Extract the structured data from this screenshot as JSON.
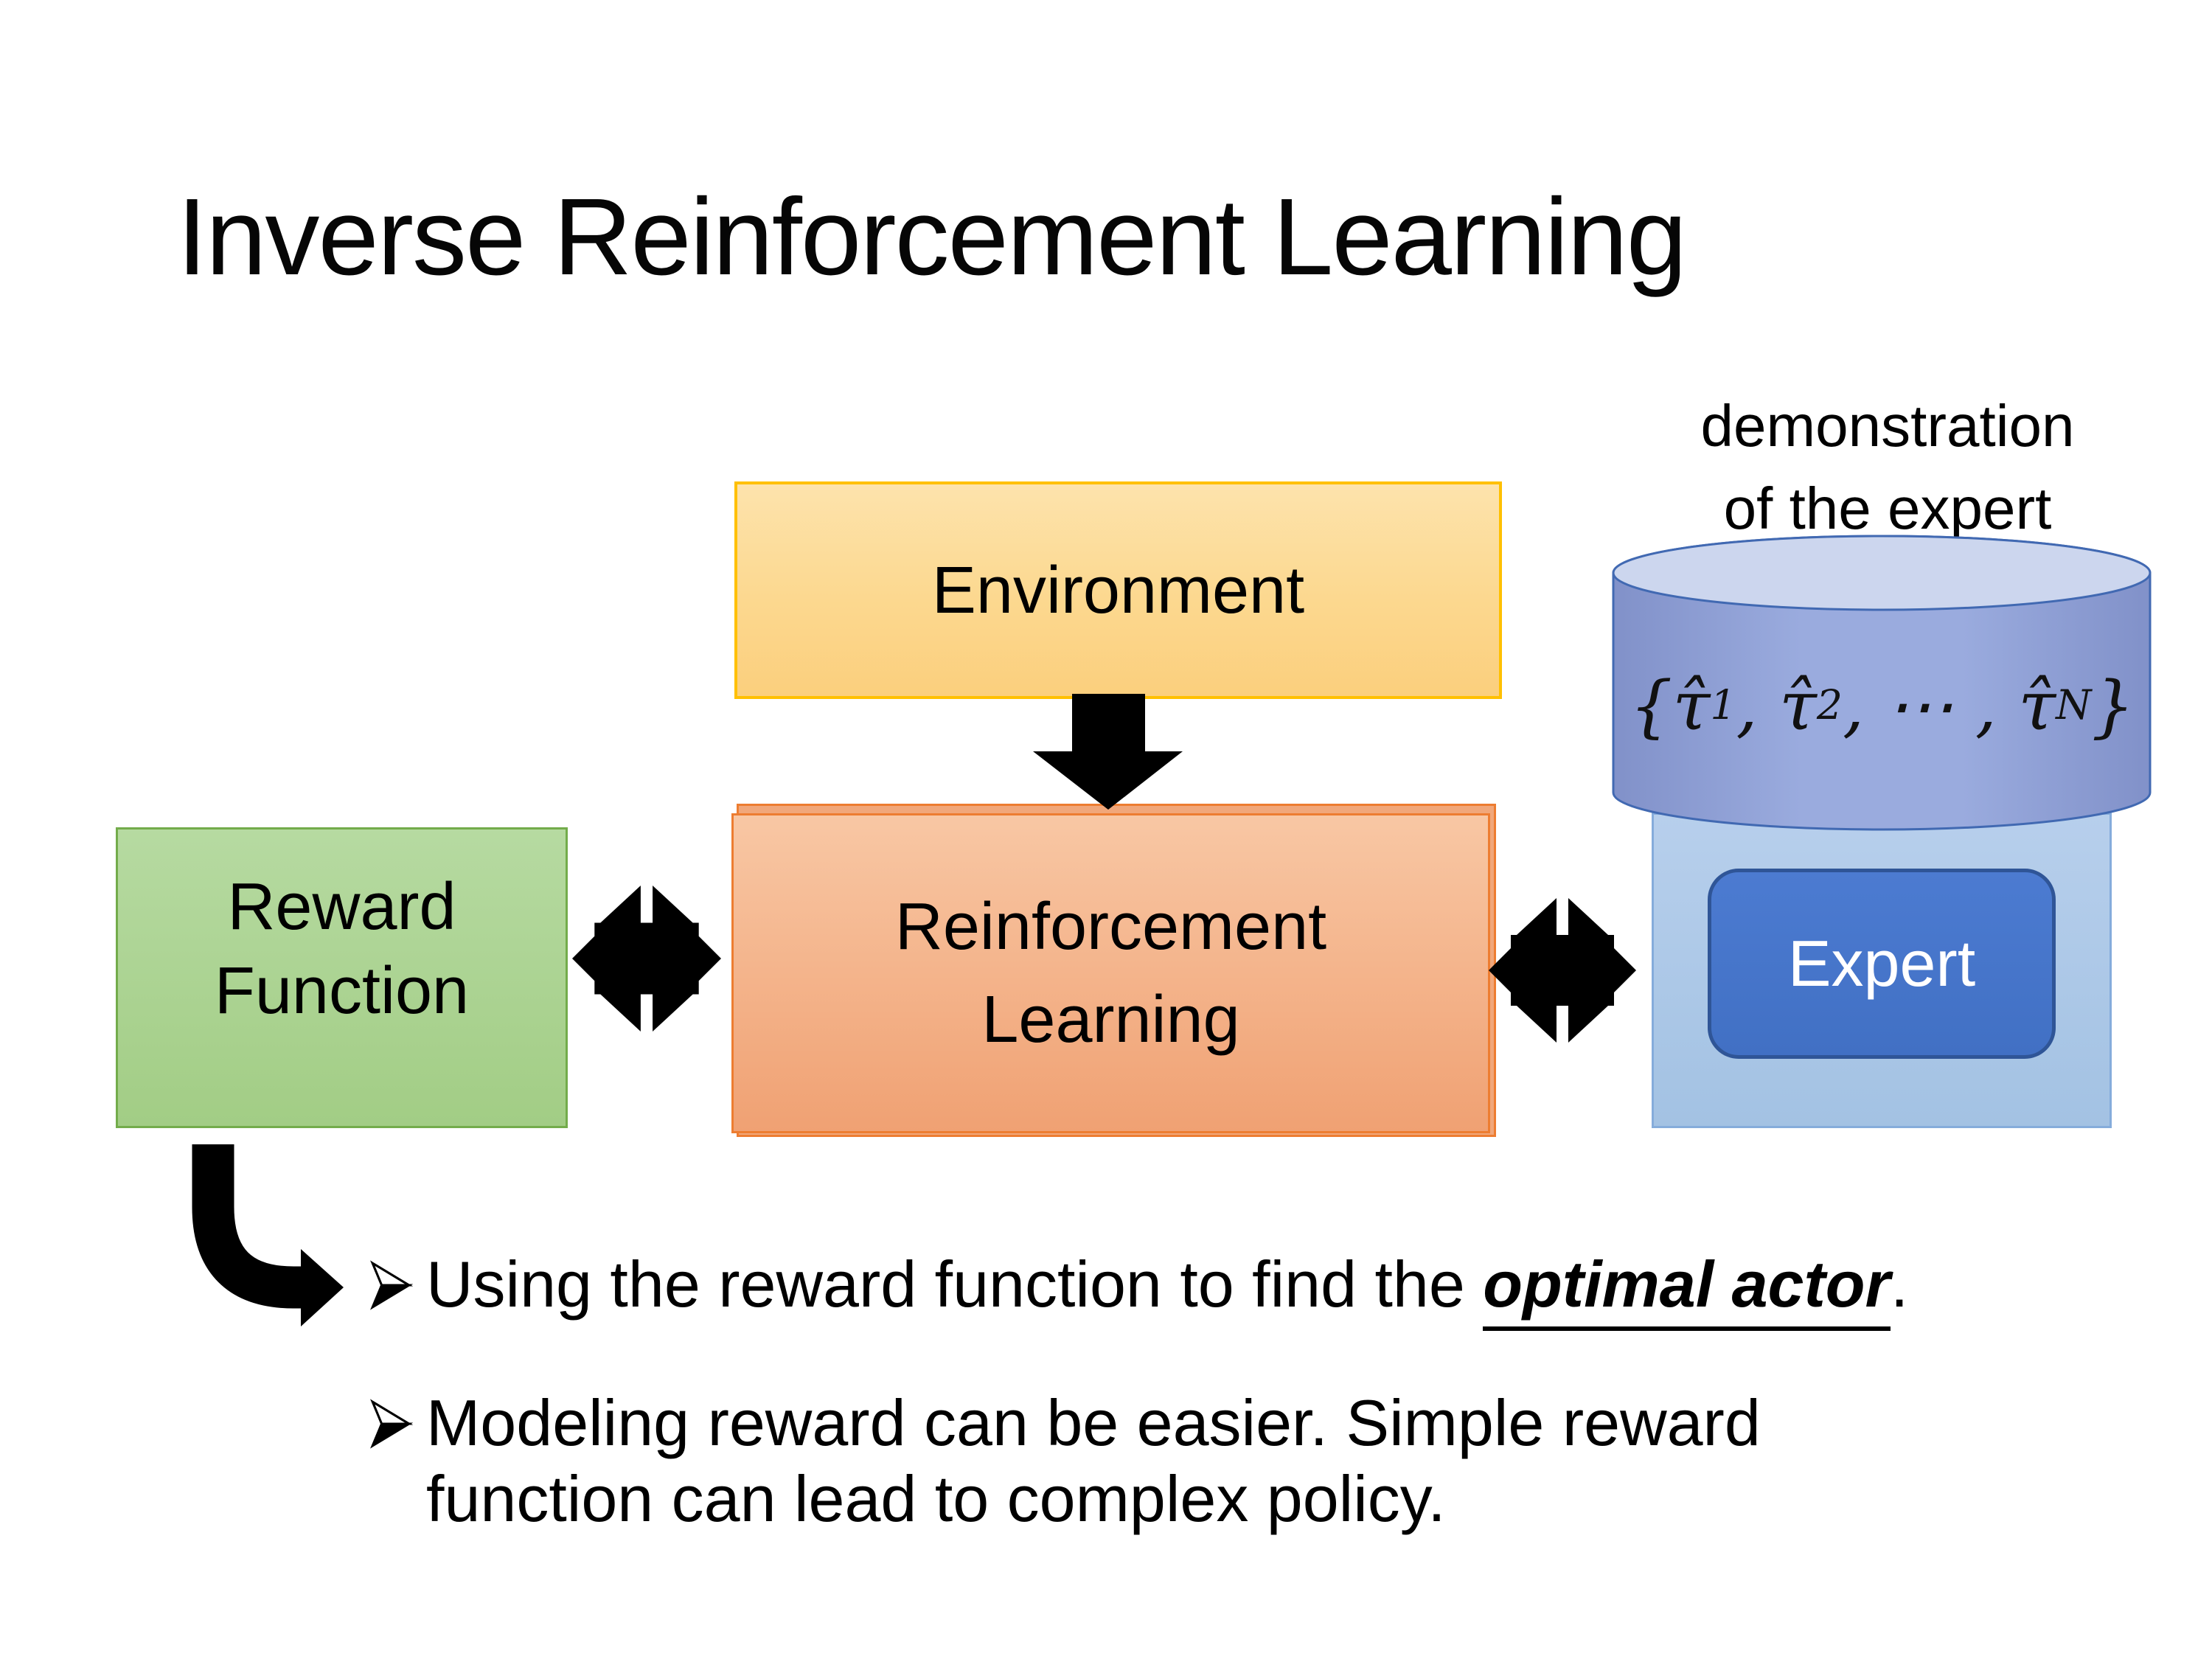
{
  "slide": {
    "title": "Inverse Reinforcement Learning"
  },
  "diagram": {
    "environment": {
      "label": "Environment"
    },
    "reward": {
      "line1": "Reward",
      "line2": "Function"
    },
    "rl": {
      "line1": "Reinforcement",
      "line2": "Learning"
    },
    "expert": {
      "label": "Expert"
    },
    "demo_caption": {
      "line1": "demonstration",
      "line2": "of the expert"
    },
    "formula_html": "{τ̂<sub>1</sub>, τ̂<sub>2</sub>, ⋯ , τ̂<sub>N</sub>}"
  },
  "bullets": {
    "b1": {
      "prefix": "Using the reward function to find the ",
      "emphasis": "optimal actor",
      "suffix": "."
    },
    "b2": {
      "line1": "Modeling reward can be easier. Simple reward",
      "line2": "function can lead to complex policy."
    }
  },
  "colors": {
    "background": "#FFFFFF",
    "title_text": "#060606",
    "environment_fill_top": "#FDE3AC",
    "environment_fill_bottom": "#FBCF7D",
    "environment_border": "#FFC000",
    "reward_fill_top": "#B6DAA1",
    "reward_fill_bottom": "#A2CD85",
    "reward_border": "#73AC4B",
    "rl_fill_top": "#F8C7A4",
    "rl_fill_bottom": "#F0A173",
    "rl_border": "#ED7D31",
    "expert_container_fill": "#AECBEA",
    "expert_container_border": "#85ACDB",
    "expert_fill": "#4472C4",
    "expert_border": "#2F5597",
    "expert_text": "#FFFFFF",
    "cylinder_body": "#96A6D9",
    "cylinder_top": "#CCD6EE",
    "cylinder_stroke": "#4169B2",
    "arrow": "#000000",
    "body_text": "#000000"
  }
}
